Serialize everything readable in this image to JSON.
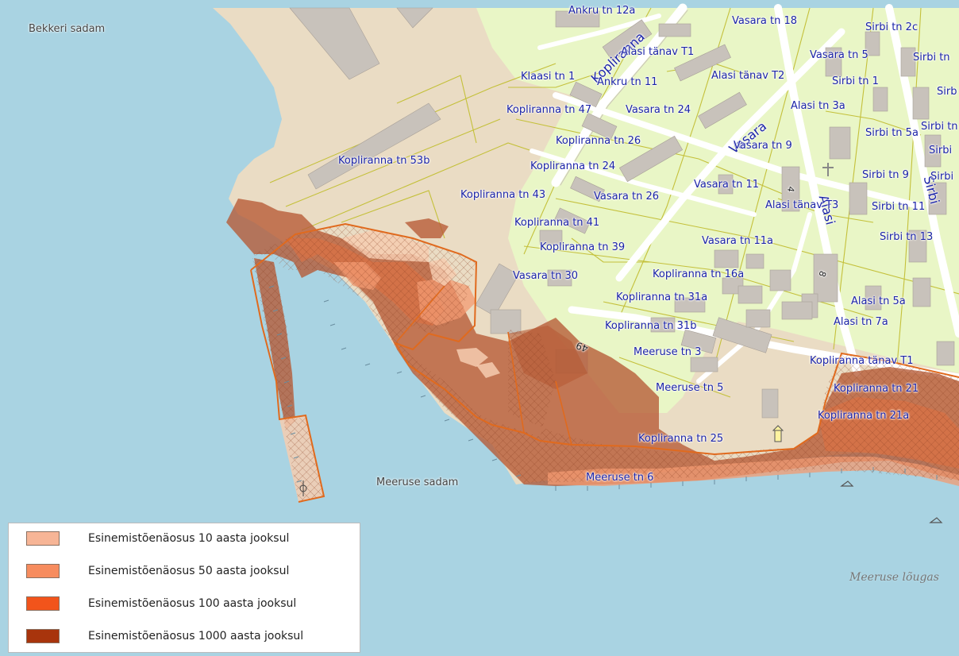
{
  "map": {
    "place_labels": {
      "bekkeri": "Bekkeri sadam",
      "meeruse_sadam": "Meeruse sadam",
      "meeruse_lougas": "Meeruse lõugas"
    },
    "address_labels": [
      "Ankru tn 12a",
      "Vasara tn 18",
      "Sirbi tn 2c",
      "Alasi tänav T1",
      "Vasara tn 5",
      "Sirbi tn",
      "Klaasi tn 1",
      "Ankru tn 11",
      "Alasi tänav T2",
      "Sirbi tn 1",
      "Sirb",
      "Kopliranna tn 47",
      "Vasara tn 24",
      "Alasi tn 3a",
      "Sirbi tn 5a",
      "Sirbi tn",
      "Kopliranna tn 26",
      "Vasara tn 9",
      "Sirbi",
      "Kopliranna tn 53b",
      "Kopliranna tn 24",
      "Sirbi tn 9",
      "Sirbi",
      "Kopliranna tn 43",
      "Vasara tn 26",
      "Vasara tn 11",
      "Alasi tänav T3",
      "Sirbi tn 11",
      "Kopliranna tn 41",
      "Sirbi tn 13",
      "Vasara tn 11a",
      "Kopliranna tn 39",
      "Vasara tn 30",
      "Kopliranna tn 16a",
      "Kopliranna tn 31a",
      "Alasi tn 5a",
      "Kopliranna tn 31b",
      "Alasi tn 7a",
      "Meeruse tn 3",
      "Kopliranna tänav T1",
      "Meeruse tn 5",
      "Kopliranna tn 21",
      "Kopliranna tn 21a",
      "Kopliranna tn 25",
      "Meeruse tn 6"
    ],
    "street_labels": {
      "kopliranna": "Kopliranna",
      "vasara": "Vasara",
      "alasi": "Alasi",
      "sirbi": "Sirbi"
    },
    "number_labels": [
      "49",
      "4",
      "8"
    ]
  },
  "legend": {
    "items": [
      {
        "label": "Esinemistõenäosus 10 aasta jooksul",
        "color": "#f7b596"
      },
      {
        "label": "Esinemistõenäosus 50 aasta jooksul",
        "color": "#f78c5e"
      },
      {
        "label": "Esinemistõenäosus 100 aasta jooksul",
        "color": "#f2541b"
      },
      {
        "label": "Esinemistõenäosus 1000 aasta jooksul",
        "color": "#a8340c"
      }
    ]
  },
  "colors": {
    "sea": "#a9d3e2",
    "land": "#eadcc4",
    "residential": "#e9f6c6",
    "building": "#c8c2bb",
    "parcel_line": "#c4c03a",
    "road": "#ffffff",
    "flood_outline": "#e06a1e"
  }
}
